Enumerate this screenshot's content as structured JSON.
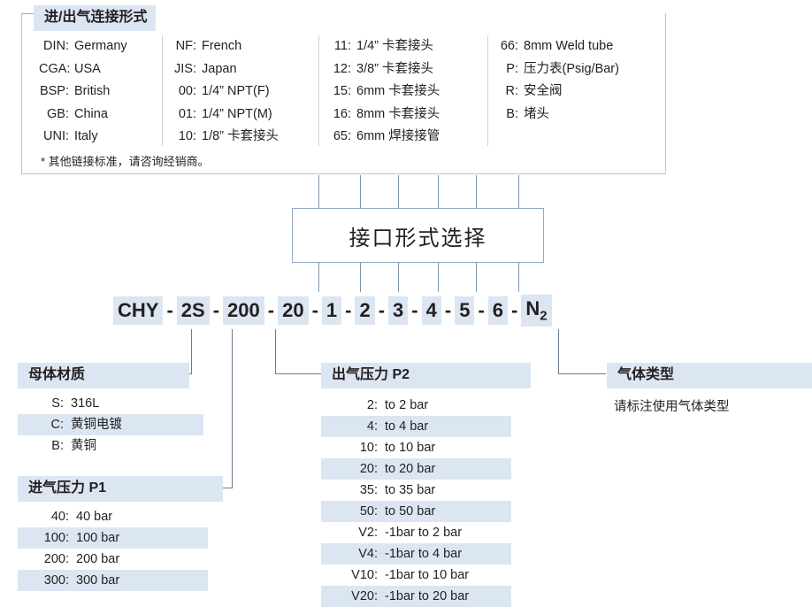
{
  "connection": {
    "title": "进/出气连接形式",
    "note": "* 其他链接标准，请咨询经销商。",
    "columns": [
      {
        "items": [
          {
            "code": "DIN",
            "desc": "Germany"
          },
          {
            "code": "CGA",
            "desc": "USA"
          },
          {
            "code": "BSP",
            "desc": "British"
          },
          {
            "code": "GB",
            "desc": "China"
          },
          {
            "code": "UNI",
            "desc": "Italy"
          }
        ]
      },
      {
        "items": [
          {
            "code": "NF",
            "desc": "French"
          },
          {
            "code": "JIS",
            "desc": "Japan"
          },
          {
            "code": "00",
            "desc": "1/4” NPT(F)"
          },
          {
            "code": "01",
            "desc": "1/4” NPT(M)"
          },
          {
            "code": "10",
            "desc": "1/8” 卡套接头"
          }
        ]
      },
      {
        "items": [
          {
            "code": "11",
            "desc": "1/4” 卡套接头"
          },
          {
            "code": "12",
            "desc": "3/8” 卡套接头"
          },
          {
            "code": "15",
            "desc": "6mm 卡套接头"
          },
          {
            "code": "16",
            "desc": "8mm 卡套接头"
          },
          {
            "code": "65",
            "desc": "6mm 焊接接管"
          }
        ]
      },
      {
        "items": [
          {
            "code": "66",
            "desc": "8mm Weld tube"
          },
          {
            "code": "P",
            "desc": "压力表(Psig/Bar)"
          },
          {
            "code": "R",
            "desc": "安全阀"
          },
          {
            "code": "B",
            "desc": "堵头"
          }
        ]
      }
    ]
  },
  "selection_box": {
    "label": "接口形式选择"
  },
  "product_code": {
    "segments": [
      "CHY",
      "2S",
      "200",
      "20",
      "1",
      "2",
      "3",
      "4",
      "5",
      "6",
      "N"
    ],
    "subscript": "2",
    "full": "CHY - 2S -200- 20 - 1 - 2 - 3 - 4 - 5 - 6 - N2"
  },
  "body_material": {
    "title": "母体材质",
    "items": [
      {
        "code": "S",
        "desc": "316L",
        "highlight": false
      },
      {
        "code": "C",
        "desc": "黄铜电镀",
        "highlight": true
      },
      {
        "code": "B",
        "desc": "黄铜",
        "highlight": false
      }
    ]
  },
  "inlet_pressure": {
    "title": "进气压力 P1",
    "items": [
      {
        "code": "40",
        "desc": "40 bar",
        "highlight": false
      },
      {
        "code": "100",
        "desc": "100 bar",
        "highlight": true
      },
      {
        "code": "200",
        "desc": "200 bar",
        "highlight": false
      },
      {
        "code": "300",
        "desc": "300 bar",
        "highlight": true
      }
    ]
  },
  "outlet_pressure": {
    "title": "出气压力 P2",
    "items": [
      {
        "code": "2",
        "desc": "to 2 bar",
        "highlight": false
      },
      {
        "code": "4",
        "desc": "to 4 bar",
        "highlight": true
      },
      {
        "code": "10",
        "desc": "to 10 bar",
        "highlight": false
      },
      {
        "code": "20",
        "desc": "to 20 bar",
        "highlight": true
      },
      {
        "code": "35",
        "desc": "to 35 bar",
        "highlight": false
      },
      {
        "code": "50",
        "desc": "to 50 bar",
        "highlight": true
      },
      {
        "code": "V2",
        "desc": "-1bar to 2 bar",
        "highlight": false
      },
      {
        "code": "V4",
        "desc": "-1bar to 4 bar",
        "highlight": true
      },
      {
        "code": "V10",
        "desc": "-1bar to 10 bar",
        "highlight": false
      },
      {
        "code": "V20",
        "desc": "-1bar to 20 bar",
        "highlight": true
      }
    ]
  },
  "gas_type": {
    "title": "气体类型",
    "note": "请标注使用气体类型"
  },
  "colors": {
    "band": "#dce6f2",
    "box_border": "#8fa8c8",
    "connector": "#7f93ab",
    "text": "#231f20"
  }
}
